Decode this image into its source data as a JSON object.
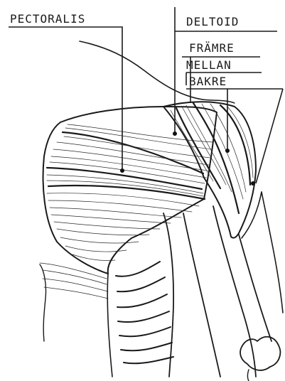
{
  "labels": {
    "pectoralis": "PECTORALIS",
    "deltoid": "DELTOID",
    "framre": "FRÄMRE",
    "mellan": "MELLAN",
    "bakre": "BAKRE"
  },
  "colors": {
    "ink": "#1a1a1a",
    "paper": "#ffffff"
  }
}
